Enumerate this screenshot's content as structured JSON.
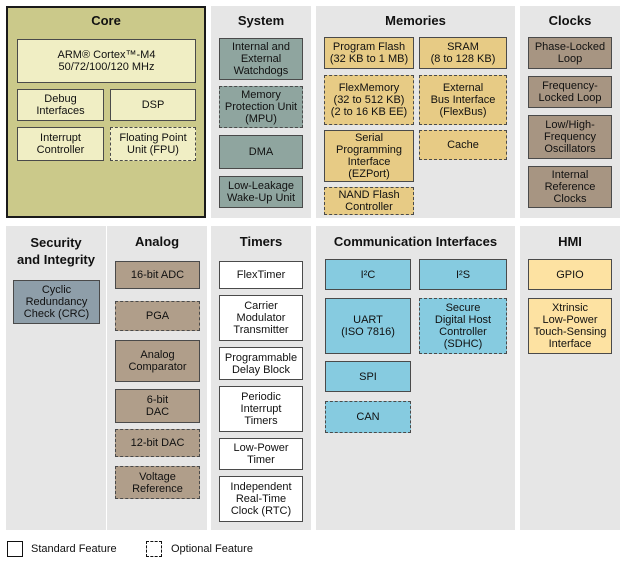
{
  "colors": {
    "core_bg": "#cbc98a",
    "core_block": "#f0eec4",
    "system_block": "#8fa59f",
    "memory_block": "#e7cb85",
    "clock_block": "#a79582",
    "security_block": "#8e9ea9",
    "analog_block": "#b09e8a",
    "timer_block": "#ffffff",
    "comm_block": "#86cbe0",
    "hmi_block": "#fde2a2",
    "panel_bg": "#e6e6e6"
  },
  "panels": {
    "core": "Core",
    "system": "System",
    "memories": "Memories",
    "clocks": "Clocks",
    "security": "Security\nand Integrity",
    "analog": "Analog",
    "timers": "Timers",
    "comm": "Communication Interfaces",
    "hmi": "HMI"
  },
  "core": {
    "arm": "ARM® Cortex™-M4\n50/72/100/120 MHz",
    "debug": "Debug\nInterfaces",
    "dsp": "DSP",
    "interrupt": "Interrupt\nController",
    "fpu": "Floating Point\nUnit (FPU)"
  },
  "system": {
    "watchdogs": "Internal and\nExternal\nWatchdogs",
    "mpu": "Memory\nProtection Unit\n(MPU)",
    "dma": "DMA",
    "wakeup": "Low-Leakage\nWake-Up Unit"
  },
  "memories": {
    "pflash": "Program Flash\n(32 KB to 1 MB)",
    "sram": "SRAM\n(8 to 128 KB)",
    "flexmem": "FlexMemory\n(32 to 512 KB)\n(2 to 16 KB EE)",
    "flexbus": "External\nBus Interface\n(FlexBus)",
    "ezport": "Serial\nProgramming\nInterface\n(EZPort)",
    "cache": "Cache",
    "nand": "NAND Flash\nController"
  },
  "clocks": {
    "pll": "Phase-Locked\nLoop",
    "fll": "Frequency-\nLocked Loop",
    "osc": "Low/High-\nFrequency\nOscillators",
    "irc": "Internal\nReference\nClocks"
  },
  "security": {
    "crc": "Cyclic\nRedundancy\nCheck (CRC)"
  },
  "analog": {
    "adc16": "16-bit ADC",
    "pga": "PGA",
    "comparator": "Analog\nComparator",
    "dac6": "6-bit\nDAC",
    "dac12": "12-bit DAC",
    "vref": "Voltage\nReference"
  },
  "timers": {
    "flextimer": "FlexTimer",
    "cmt": "Carrier\nModulator\nTransmitter",
    "pdb": "Programmable\nDelay Block",
    "pit": "Periodic\nInterrupt\nTimers",
    "lpt": "Low-Power\nTimer",
    "rtc": "Independent\nReal-Time\nClock (RTC)"
  },
  "comm": {
    "i2c": "I²C",
    "i2s": "I²S",
    "uart": "UART\n(ISO 7816)",
    "sdhc": "Secure\nDigital Host\nController\n(SDHC)",
    "spi": "SPI",
    "can": "CAN"
  },
  "hmi": {
    "gpio": "GPIO",
    "tsi": "Xtrinsic\nLow-Power\nTouch-Sensing\nInterface"
  },
  "legend": {
    "standard": "Standard Feature",
    "optional": "Optional Feature"
  }
}
